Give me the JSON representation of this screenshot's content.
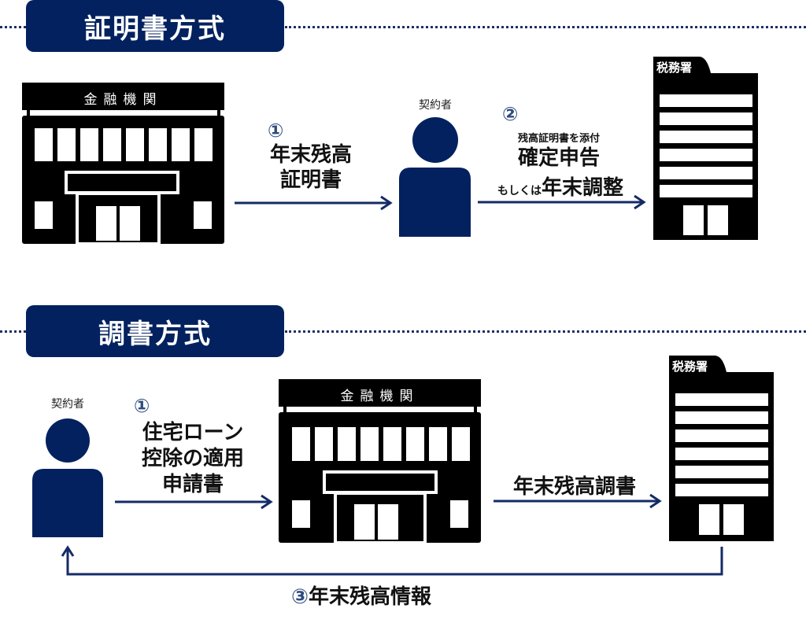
{
  "sections": [
    {
      "title": "証明書方式",
      "bank_label": "金融機関",
      "person_label": "契約者",
      "tax_office_label": "税務署",
      "step1": {
        "number": "①",
        "lines": [
          "年末残高",
          "証明書"
        ]
      },
      "step2": {
        "number": "②",
        "note": "残高証明書を添付",
        "line1": "確定申告",
        "prefix": "もしくは",
        "line2": "年末調整"
      }
    },
    {
      "title": "調書方式",
      "bank_label": "金融機関",
      "person_label": "契約者",
      "tax_office_label": "税務署",
      "step1": {
        "number": "①",
        "lines": [
          "住宅ローン",
          "控除の適用",
          "申請書"
        ]
      },
      "step2": {
        "label": "年末残高調書"
      },
      "step3": {
        "number": "③",
        "label": "年末残高情報"
      }
    }
  ],
  "colors": {
    "navy": "#03215f",
    "arrow": "#142b66",
    "black": "#000000",
    "number": "#2d4b7e"
  }
}
